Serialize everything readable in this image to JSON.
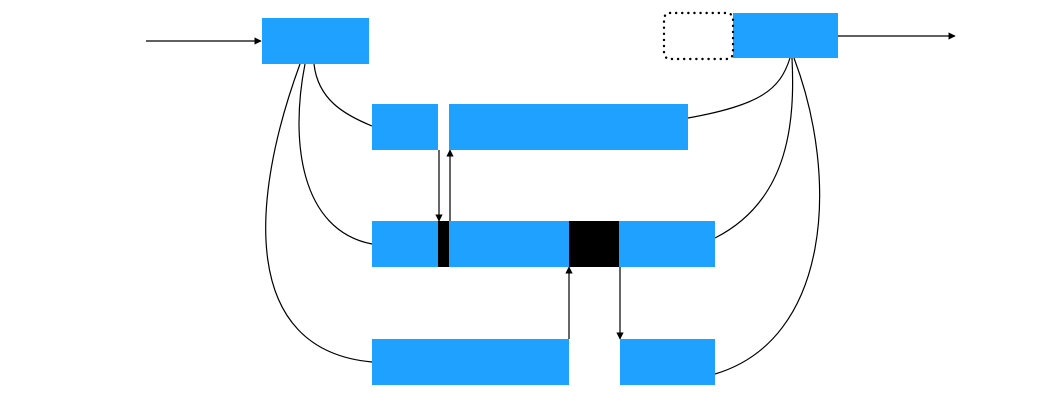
{
  "colors": {
    "block": "#1fa2ff",
    "marker": "#000000",
    "line": "#000000",
    "background": "#ffffff",
    "placeholder_border": "#000000"
  },
  "diagram": {
    "shape_style": "filled rectangle, no text",
    "connector_style": "thin black curves and straight arrows",
    "placeholder_style": "dotted rounded outline"
  }
}
